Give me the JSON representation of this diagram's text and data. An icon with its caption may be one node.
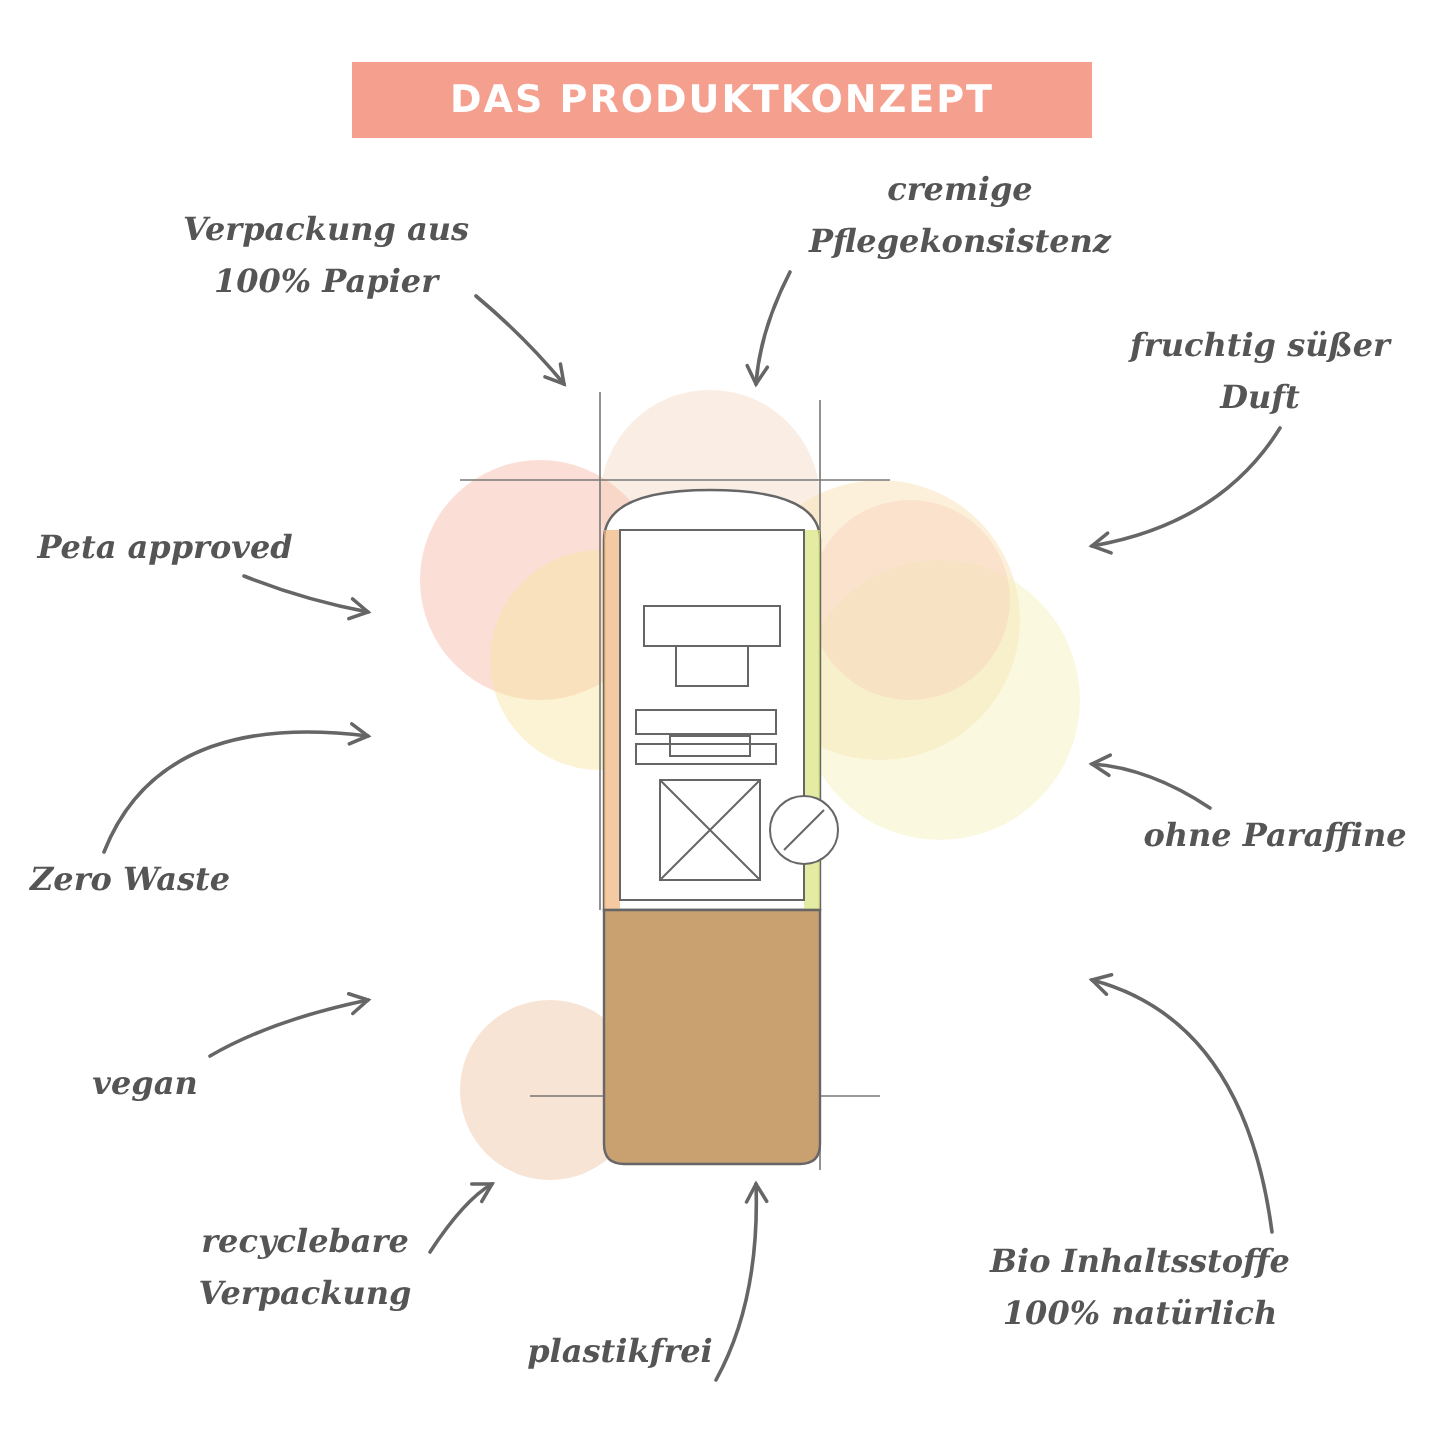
{
  "diagram": {
    "title": "DAS PRODUKTKONZEPT",
    "nodes": [
      {
        "text": [],
        "shape": "picture"
      },
      {
        "text": [
          "Verpackung aus 100% Papier"
        ]
      },
      {
        "text": [
          "cremige Pflegekonsistenz"
        ]
      },
      {
        "text": [
          "fruchtig süßer Duft"
        ]
      },
      {
        "text": [
          "Peta approved"
        ]
      },
      {
        "text": [
          "Zero Waste"
        ]
      },
      {
        "text": [
          "ohne Paraffine"
        ]
      },
      {
        "text": [
          "vegan"
        ]
      },
      {
        "text": [
          "recyclebare Verpackung"
        ]
      },
      {
        "text": [
          "plastikfrei"
        ]
      },
      {
        "text": [
          "Bio Inhaltsstoffe 100% natürlich"
        ]
      }
    ],
    "edges": [
      {
        "from": 1,
        "to": 0,
        "arrow": "to"
      },
      {
        "from": 2,
        "to": 0,
        "arrow": "to"
      },
      {
        "from": 3,
        "to": 0,
        "arrow": "to"
      },
      {
        "from": 4,
        "to": 0,
        "arrow": "to"
      },
      {
        "from": 5,
        "to": 0,
        "arrow": "to"
      },
      {
        "from": 6,
        "to": 0,
        "arrow": "to"
      },
      {
        "from": 7,
        "to": 0,
        "arrow": "to"
      },
      {
        "from": 8,
        "to": 0,
        "arrow": "to"
      },
      {
        "from": 9,
        "to": 0,
        "arrow": "to"
      },
      {
        "from": 10,
        "to": 0,
        "arrow": "to"
      }
    ]
  }
}
